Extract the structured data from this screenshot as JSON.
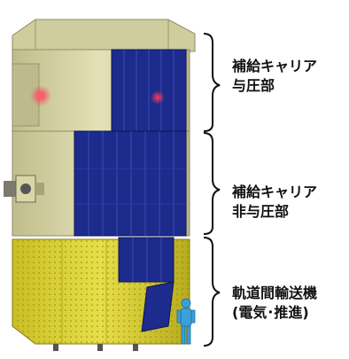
{
  "diagram": {
    "sections": [
      {
        "id": "pressurized-carrier",
        "line1": "補給キャリア",
        "line2": "与圧部"
      },
      {
        "id": "unpressurized-carrier",
        "line1": "補給キャリア",
        "line2": "非与圧部"
      },
      {
        "id": "propulsion-module",
        "line1": "軌道間輸送機",
        "line2": "(電気･推進)"
      }
    ],
    "colors": {
      "hull_beige": "#d9d6a8",
      "solar_blue": "#1c2b8c",
      "foil_yellow": "#d8cc2a",
      "astronaut": "#3aa0d8",
      "light_red": "#ff3b55",
      "bracket": "#111111"
    }
  }
}
